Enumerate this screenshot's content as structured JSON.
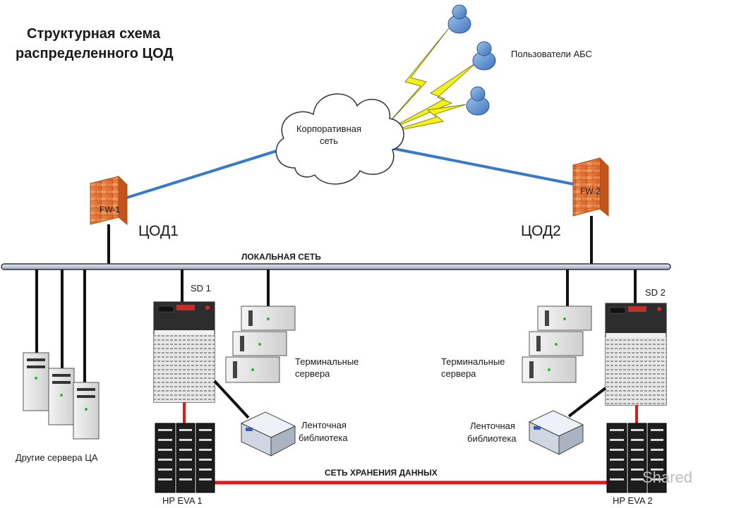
{
  "title": {
    "line1": "Структурная схема",
    "line2": "распределенного ЦОД"
  },
  "users_label": "Пользователи АБС",
  "cloud_label": {
    "line1": "Корпоративная",
    "line2": "сеть"
  },
  "firewalls": {
    "fw1": "FW-1",
    "fw2": "FW-2"
  },
  "sites": {
    "dc1": "ЦОД1",
    "dc2": "ЦОД2"
  },
  "lan_label": "ЛОКАЛЬНАЯ СЕТЬ",
  "san_label": "СЕТЬ ХРАНЕНИЯ ДАННЫХ",
  "storage": {
    "sd1": "SD 1",
    "sd2": "SD 2",
    "eva1": "HP EVA 1",
    "eva2": "HP EVA 2"
  },
  "terminal_servers_left": {
    "line1": "Терминальные",
    "line2": "сервера"
  },
  "terminal_servers_right": {
    "line1": "Терминальные",
    "line2": "сервера"
  },
  "tape_left": {
    "line1": "Ленточная",
    "line2": "библиотека"
  },
  "tape_right": {
    "line1": "Ленточная",
    "line2": "библиотека"
  },
  "other_servers_label": "Другие сервера ЦА",
  "watermark": "Shared",
  "colors": {
    "wan_link": "#3a78c8",
    "san_link": "#e01a1a",
    "firewall": "#f07d3a",
    "lightning": "#f4f01a",
    "user": "#5a8fd0"
  }
}
